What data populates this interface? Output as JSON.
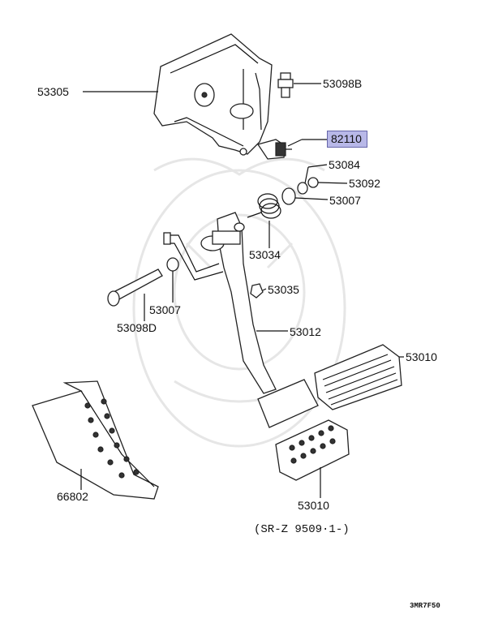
{
  "diagram": {
    "labels": [
      {
        "id": "53305",
        "text": "53305"
      },
      {
        "id": "53098B",
        "text": "53098B"
      },
      {
        "id": "82110",
        "text": "82110",
        "highlighted": true
      },
      {
        "id": "53084",
        "text": "53084"
      },
      {
        "id": "53092",
        "text": "53092"
      },
      {
        "id": "53007a",
        "text": "53007"
      },
      {
        "id": "53034",
        "text": "53034"
      },
      {
        "id": "53035",
        "text": "53035"
      },
      {
        "id": "53007b",
        "text": "53007"
      },
      {
        "id": "53098D",
        "text": "53098D"
      },
      {
        "id": "53012",
        "text": "53012"
      },
      {
        "id": "53010a",
        "text": "53010"
      },
      {
        "id": "66802",
        "text": "66802"
      },
      {
        "id": "53010b",
        "text": "53010"
      }
    ],
    "note": "(SR-Z 9509·1-)",
    "code": "3MR7F50",
    "highlight_color": "#b8b8e8"
  }
}
